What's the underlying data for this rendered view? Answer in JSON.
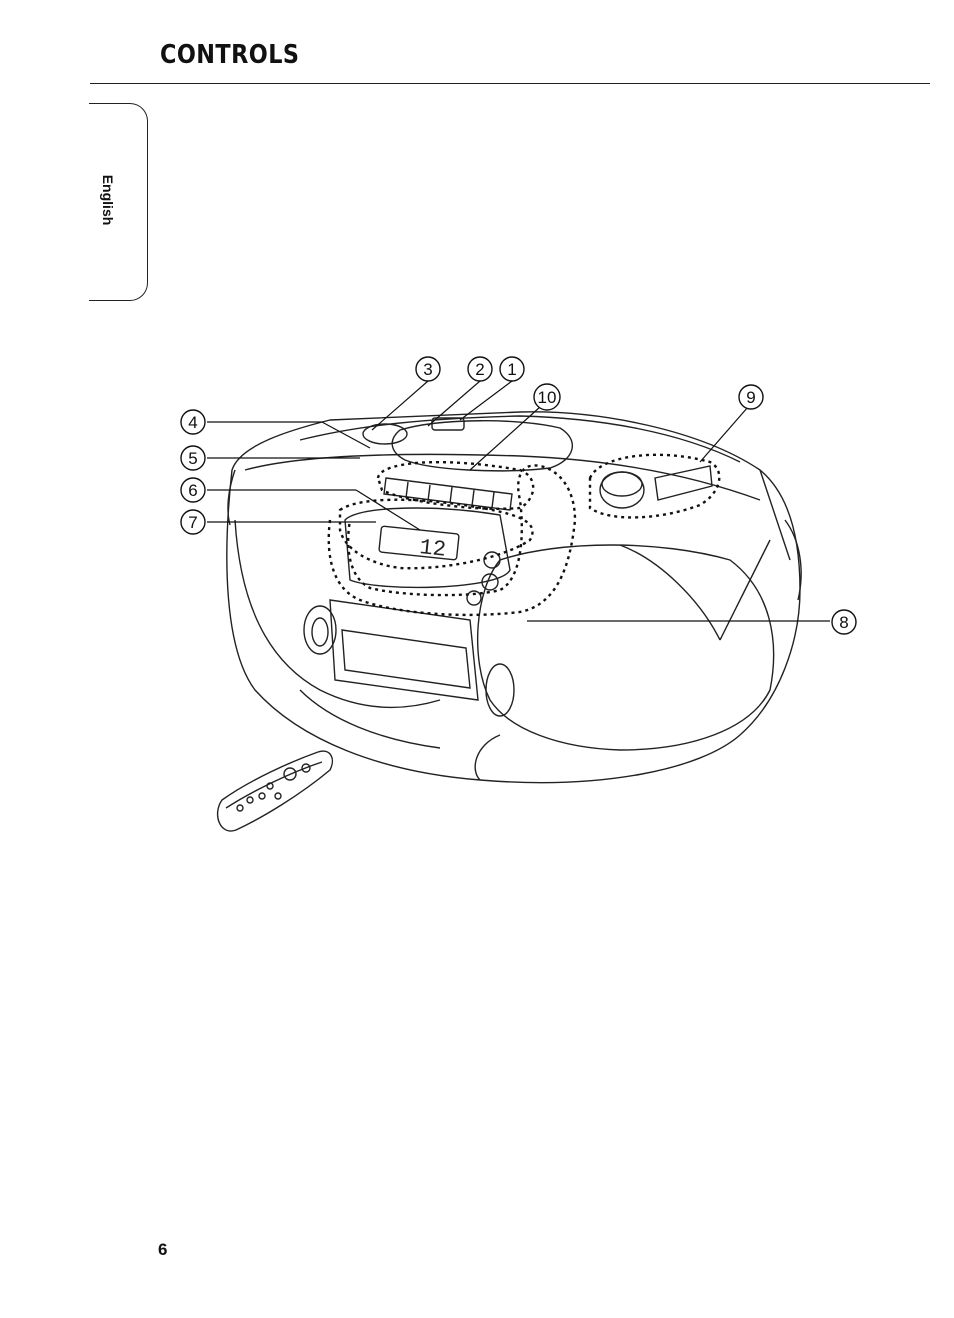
{
  "page": {
    "heading": "CONTROLS",
    "side_tab": "English",
    "page_number": "6"
  },
  "figure": {
    "callouts": [
      "1",
      "2",
      "3",
      "4",
      "5",
      "6",
      "7",
      "8",
      "9",
      "10"
    ]
  },
  "icons": {
    "main_unit": "boombox-illustration",
    "remote": "remote-control-illustration"
  }
}
